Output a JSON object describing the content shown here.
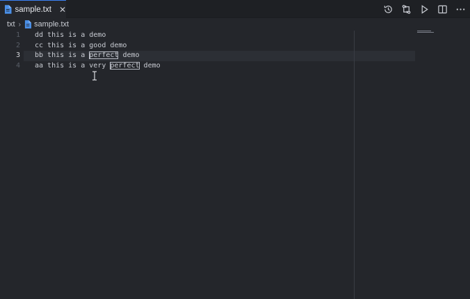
{
  "tab": {
    "label": "sample.txt",
    "close_glyph": "✕"
  },
  "breadcrumb": {
    "folder": "txt",
    "separator": "›",
    "file": "sample.txt"
  },
  "actions": [
    "history-icon",
    "compare-changes-icon",
    "run-icon",
    "split-editor-icon",
    "more-actions-icon"
  ],
  "editor": {
    "active_line": 3,
    "lines": [
      {
        "number": "1",
        "text": "dd this is a demo"
      },
      {
        "number": "2",
        "text": "cc this is a good demo"
      },
      {
        "number": "3",
        "prefix": "bb this is a ",
        "highlight": "perfect",
        "suffix": " demo"
      },
      {
        "number": "4",
        "prefix": "aa this is a very ",
        "highlight": "perfect",
        "suffix": " demo"
      }
    ]
  },
  "colors": {
    "background": "#24262b",
    "accent": "#3b82f6",
    "file_icon": "#4a8fe7"
  }
}
